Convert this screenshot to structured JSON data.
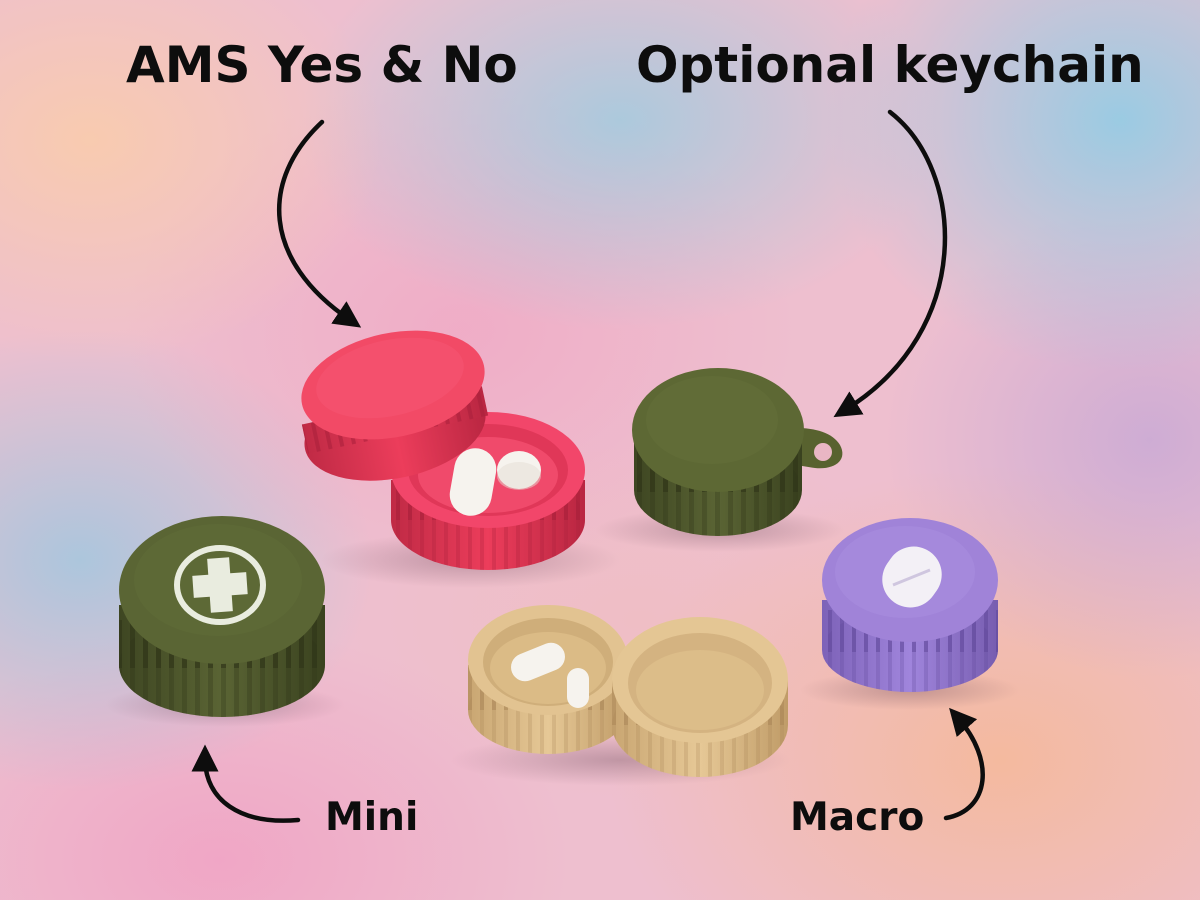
{
  "labels": {
    "ams": "AMS Yes & No",
    "keychain": "Optional keychain",
    "mini": "Mini",
    "macro": "Macro"
  },
  "objects": [
    {
      "name": "red-pill-case",
      "color": "#f0405e",
      "state": "open, with two white pills"
    },
    {
      "name": "olive-keychain-pill-case",
      "color": "#5b6534",
      "state": "closed, keychain loop"
    },
    {
      "name": "olive-mini-pill-case",
      "color": "#586234",
      "state": "closed, plus-in-circle emblem"
    },
    {
      "name": "tan-pill-case",
      "color": "#dfbf8a",
      "state": "open, with two white pills"
    },
    {
      "name": "purple-macro-pill-case",
      "color": "#9c7fd6",
      "state": "closed, capsule emblem"
    }
  ],
  "colors": {
    "text": "#0d0d0d",
    "red": "#f0405e",
    "olive": "#5b6534",
    "tan": "#dfbf8a",
    "purple": "#9c7fd6",
    "pill": "#f6f3ee"
  }
}
